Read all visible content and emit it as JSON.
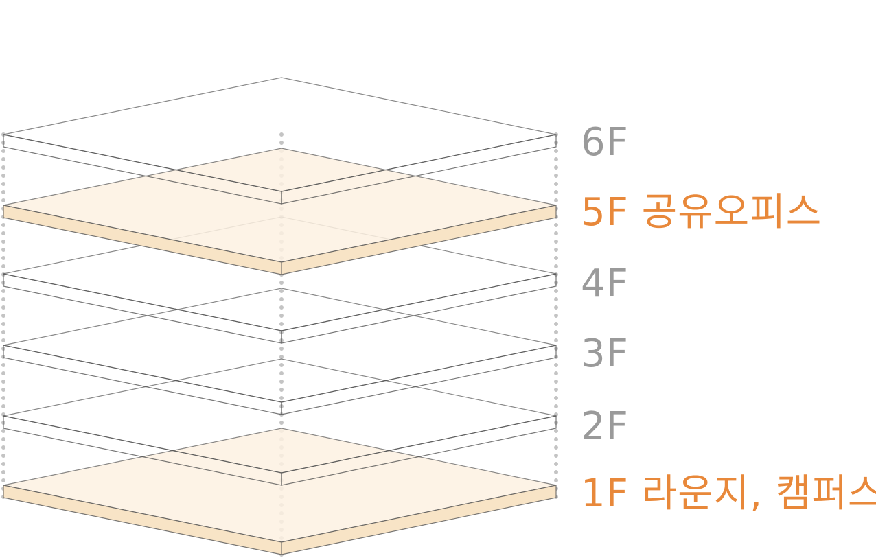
{
  "colors": {
    "plain_label": "#9a9a9a",
    "highlight_label": "#e8883a",
    "highlight_fill_top": "#fdf1e2",
    "highlight_fill_side": "#f8e4c6",
    "outline": "#555555",
    "guide_dots": "#c4c4c4"
  },
  "floors": [
    {
      "level": 6,
      "label": "6F",
      "highlight": false
    },
    {
      "level": 5,
      "label": "5F 공유오피스",
      "highlight": true
    },
    {
      "level": 4,
      "label": "4F",
      "highlight": false
    },
    {
      "level": 3,
      "label": "3F",
      "highlight": false
    },
    {
      "level": 2,
      "label": "2F",
      "highlight": false
    },
    {
      "level": 1,
      "label": "1F 라운지, 캠퍼스",
      "highlight": true
    }
  ]
}
